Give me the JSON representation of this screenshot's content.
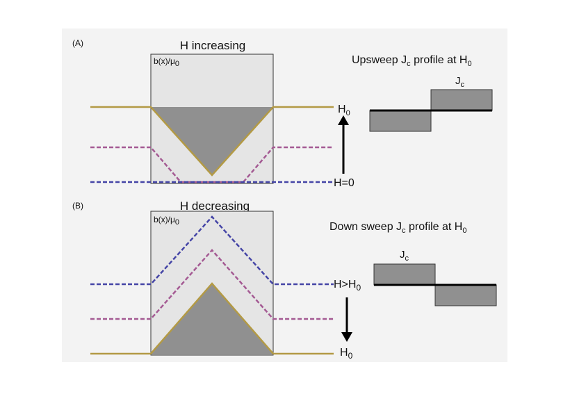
{
  "colors": {
    "gold": "#b39a45",
    "magenta": "#a45a93",
    "blue": "#4545a6",
    "field_gray": "#909090",
    "sample_fill": "#e5e5e5",
    "canvas": "#f3f3f3"
  },
  "panel_a": {
    "tag": "(A)",
    "title": "H increasing",
    "sample_label": "b(x)/",
    "sample_label_mu": "μ",
    "sample_label_sub": "0",
    "top_label": "H",
    "top_label_sub": "0",
    "bottom_label": "H=0",
    "profile_title": "Upsweep J",
    "profile_title_sub": "c",
    "profile_title_rest": " profile at H",
    "profile_title_sub2": "0",
    "jc_label": "J",
    "jc_label_sub": "c"
  },
  "panel_b": {
    "tag": "(B)",
    "title": "H decreasing",
    "sample_label": "b(x)/",
    "sample_label_mu": "μ",
    "sample_label_sub": "0",
    "top_label": "H>H",
    "top_label_sub": "0",
    "bottom_label": "H",
    "bottom_label_sub": "0",
    "profile_title": "Down sweep J",
    "profile_title_sub": "c",
    "profile_title_rest": " profile at H",
    "profile_title_sub2": "0",
    "jc_label": "J",
    "jc_label_sub": "c"
  }
}
